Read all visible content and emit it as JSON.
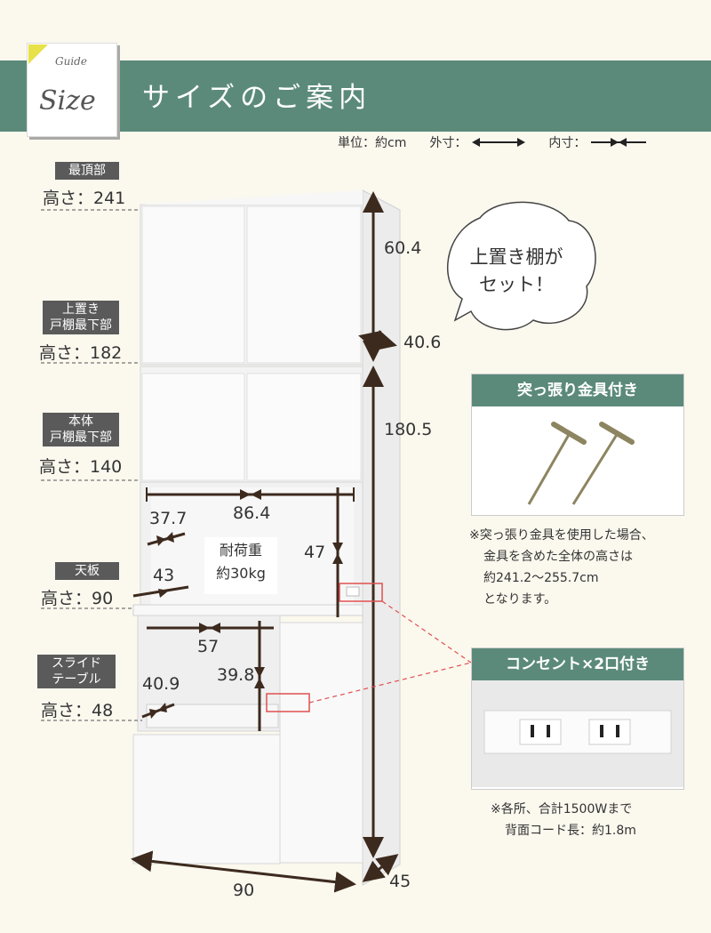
{
  "header": {
    "guide_word": "Guide",
    "size_word": "Size",
    "title": "サイズのご案内"
  },
  "legend": {
    "unit": "単位：約cm",
    "outer": "外寸：",
    "inner": "内寸："
  },
  "levels": [
    {
      "tag": "最頂部",
      "height": "高さ：241"
    },
    {
      "tag_line1": "上置き",
      "tag_line2": "戸棚最下部",
      "height": "高さ：182"
    },
    {
      "tag_line1": "本体",
      "tag_line2": "戸棚最下部",
      "height": "高さ：140"
    },
    {
      "tag": "天板",
      "height": "高さ：90"
    },
    {
      "tag_line1": "スライド",
      "tag_line2": "テーブル",
      "height": "高さ：48"
    }
  ],
  "dimensions": {
    "top_height": "60.4",
    "top_depth": "40.6",
    "body_height": "180.5",
    "shelf_width": "86.4",
    "shelf_depth": "37.7",
    "shelf_height": "47",
    "counter_depth": "43",
    "slide_width": "57",
    "slide_depth": "40.9",
    "slide_height": "39.8",
    "width": "90",
    "depth": "45"
  },
  "load": {
    "line1": "耐荷重",
    "line2": "約30kg"
  },
  "bubble": {
    "line1": "上置き棚が",
    "line2": "セット！"
  },
  "panel_tension": {
    "title": "突っ張り金具付き",
    "note_line1": "※突っ張り金具を使用した場合、",
    "note_line2": "金具を含めた全体の高さは",
    "note_line3": "約241.2～255.7cm",
    "note_line4": "となります。"
  },
  "panel_outlet": {
    "title": "コンセント×2口付き",
    "note_line1": "※各所、合計1500Wまで",
    "note_line2": "背面コード長：約1.8m"
  },
  "colors": {
    "accent": "#5b8a7b",
    "tag": "#5a5a5a",
    "arrow": "#3d2a1e",
    "callout": "#e05050",
    "background": "#fbf8ee"
  }
}
